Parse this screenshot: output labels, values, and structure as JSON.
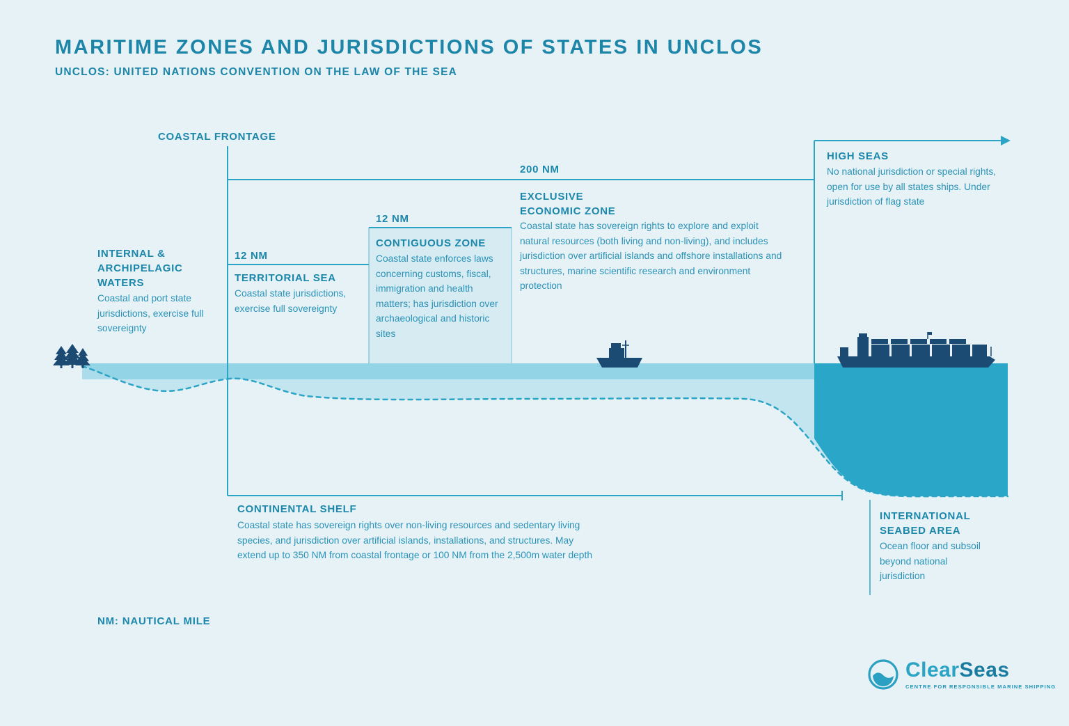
{
  "title": "MARITIME ZONES AND JURISDICTIONS OF STATES IN UNCLOS",
  "subtitle": "UNCLOS: UNITED NATIONS CONVENTION ON THE LAW OF THE SEA",
  "footnote": "NM: NAUTICAL MILE",
  "labels": {
    "coastal_frontage": "COASTAL FRONTAGE"
  },
  "zones": {
    "internal_waters": {
      "heading": "INTERNAL & ARCHIPELAGIC WATERS",
      "body": "Coastal and port state jurisdictions, exercise full sovereignty"
    },
    "territorial_sea": {
      "distance": "12 NM",
      "heading": "TERRITORIAL SEA",
      "body": "Coastal state jurisdictions, exercise full sovereignty"
    },
    "contiguous_zone": {
      "distance": "12 NM",
      "heading": "CONTIGUOUS ZONE",
      "body": "Coastal state enforces laws concerning customs, fiscal, immigration and health matters; has jurisdiction over archaeological and historic sites"
    },
    "exclusive_economic_zone": {
      "distance": "200 NM",
      "heading": "EXCLUSIVE ECONOMIC ZONE",
      "body": "Coastal state has sovereign rights to explore and exploit natural resources (both living and non-living), and includes jurisdiction over artificial islands and offshore installations and structures, marine scientific research and environment protection"
    },
    "high_seas": {
      "heading": "HIGH SEAS",
      "body": "No national jurisdiction or special rights, open for use by all states ships. Under jurisdiction of flag state"
    },
    "continental_shelf": {
      "heading": "CONTINENTAL SHELF",
      "body": "Coastal state has sovereign rights over non-living resources and sedentary living species, and jurisdiction over artificial islands, installations, and structures. May extend up to 350 NM from coastal frontage or 100 NM from the 2,500m water depth"
    },
    "international_seabed_area": {
      "heading": "INTERNATIONAL SEABED AREA",
      "body": "Ocean floor and subsoil beyond national jurisdiction"
    }
  },
  "logo": {
    "name_part1": "Clear",
    "name_part2": "Seas",
    "tagline": "CENTRE FOR RESPONSIBLE MARINE SHIPPING"
  },
  "colors": {
    "background": "#e7f2f7",
    "heading_teal": "#1b87aa",
    "body_teal": "#2a93b7",
    "line_teal": "#2ba4c6",
    "silhouette_navy": "#1b4a73",
    "deep_water": "#29a6c8",
    "shallow_water": "#8fd3e6"
  }
}
